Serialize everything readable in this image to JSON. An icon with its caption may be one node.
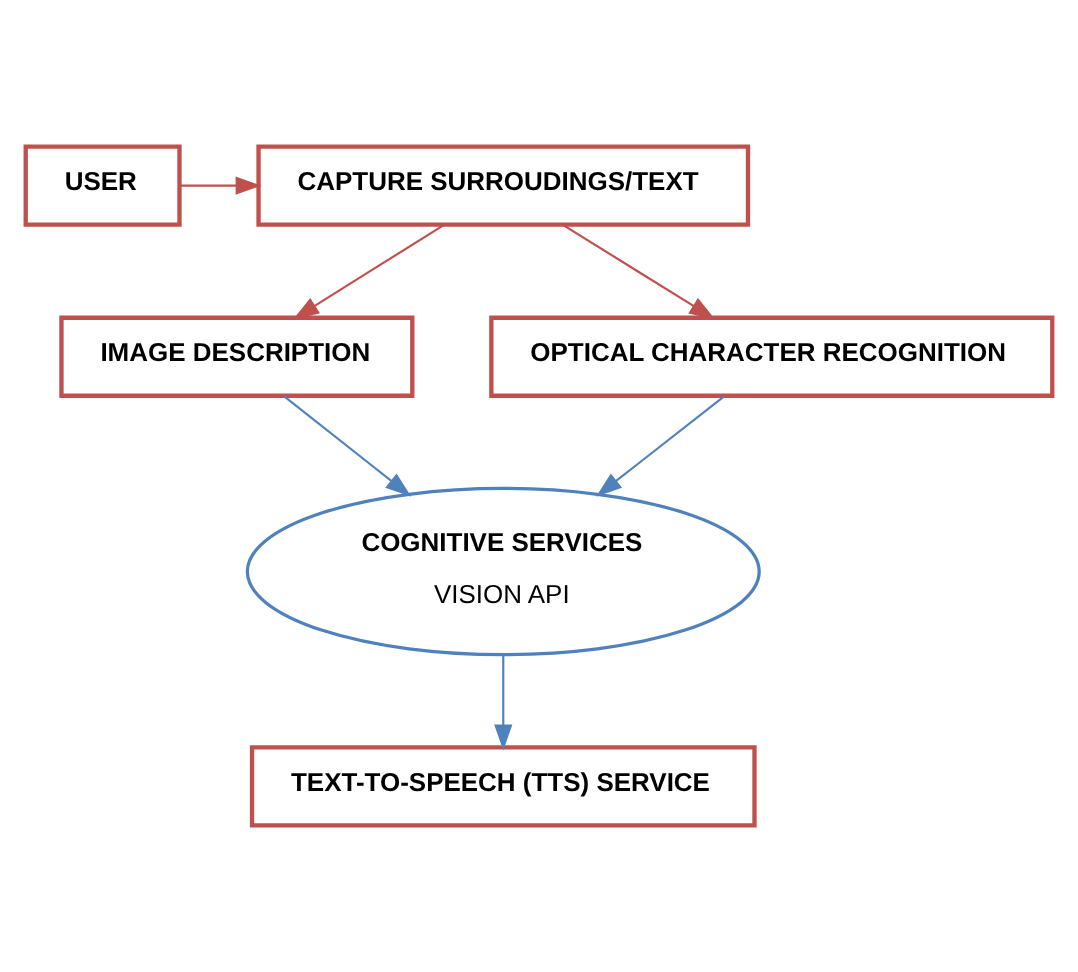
{
  "diagram": {
    "nodes": [
      {
        "text": [
          "USER"
        ]
      },
      {
        "text": [
          "CAPTURE SURROUDINGS/TEXT"
        ]
      },
      {
        "text": [
          "IMAGE DESCRIPTION"
        ]
      },
      {
        "text": [
          "OPTICAL CHARACTER RECOGNITION"
        ]
      },
      {
        "text": [
          "COGNITIVE SERVICES",
          "VISION API"
        ]
      },
      {
        "text": [
          "TEXT-TO-SPEECH (TTS) SERVICE"
        ]
      }
    ],
    "edges": [
      {
        "from": 0,
        "to": 1,
        "arrow": "to",
        "color": "#c0504d"
      },
      {
        "from": 1,
        "to": 2,
        "arrow": "to",
        "color": "#c0504d"
      },
      {
        "from": 1,
        "to": 3,
        "arrow": "to",
        "color": "#c0504d"
      },
      {
        "from": 2,
        "to": 4,
        "arrow": "to",
        "color": "#4f81bd"
      },
      {
        "from": 3,
        "to": 4,
        "arrow": "to",
        "color": "#4f81bd"
      },
      {
        "from": 4,
        "to": 5,
        "arrow": "to",
        "color": "#4f81bd"
      }
    ]
  }
}
